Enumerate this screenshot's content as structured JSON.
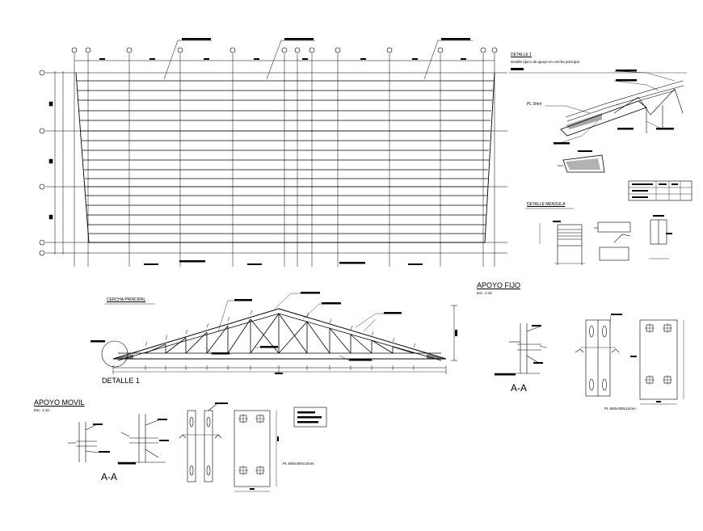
{
  "labels": {
    "detalle1_title": "DETALLE 1",
    "detalle1_sub": "Detalle típico de apoyo en cercha principal",
    "pl_3mm": "PL 3mm",
    "detalle_mensula": "DETALLE MENSULA",
    "cercha_principal": "CERCHA PRINCIPAL",
    "detalle1_ref": "DETALLE 1",
    "apoyo_fijo": "APOYO FIJO",
    "apoyo_fijo_scale": "Esc. 1:10",
    "aa_fijo": "A-A",
    "pl_fijo": "PL 600x400x12mm",
    "apoyo_movil": "APOYO MOVIL",
    "apoyo_movil_scale": "Esc. 1:10",
    "aa_movil": "A-A",
    "pl_movil": "PL 600x400x12mm"
  },
  "colors": {
    "ink": "#000000",
    "paper": "#ffffff"
  }
}
